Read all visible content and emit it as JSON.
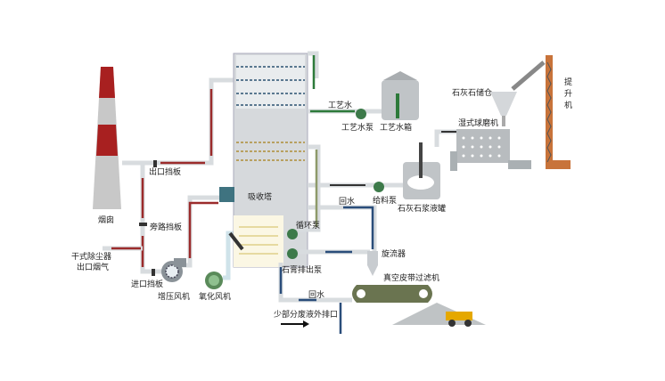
{
  "labels": {
    "chimney": "烟囱",
    "outlet_damper": "出口挡板",
    "bypass_damper": "旁路挡板",
    "dust_collector_1": "干式除尘器",
    "dust_collector_2": "出口烟气",
    "inlet_damper": "进口挡板",
    "booster_fan": "增压风机",
    "oxidation_fan": "氧化风机",
    "absorber": "吸收塔",
    "process_water": "工艺水",
    "process_water_pump": "工艺水泵",
    "process_water_tank": "工艺水箱",
    "limestone_silo": "石灰石储仓",
    "elevator_1": "提",
    "elevator_2": "升",
    "elevator_3": "机",
    "ball_mill": "湿式球磨机",
    "feed_pump": "给料泵",
    "slurry_tank": "石灰石浆液罐",
    "return_water_1": "回水",
    "circulation_pump": "循环泵",
    "cyclone": "旋流器",
    "gypsum_pump": "石膏排出泵",
    "belt_filter": "真空皮带过滤机",
    "return_water_2": "回水",
    "waste_outlet": "少部分废液外排口"
  },
  "colors": {
    "flue": "#9b2b2b",
    "water": "#2d7a3a",
    "slurry": "#2a4d7a",
    "elevator": "#c8733a"
  }
}
